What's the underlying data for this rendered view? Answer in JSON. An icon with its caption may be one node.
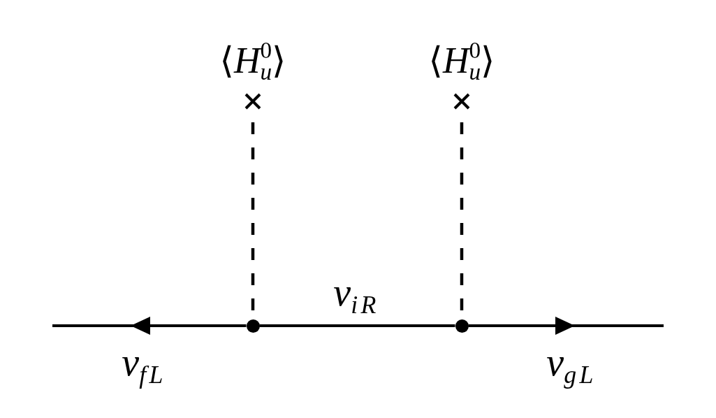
{
  "diagram": {
    "nodes": [
      {
        "text": [],
        "shape": "cross",
        "beside": [
          "⟨*H*$_{u}$$^{0}$⟩"
        ]
      },
      {
        "text": [],
        "shape": "cross",
        "beside": [
          "⟨*H*$_{u}$$^{0}$⟩"
        ]
      },
      {
        "text": [],
        "shape": "dot"
      },
      {
        "text": [],
        "shape": "dot"
      }
    ],
    "edges": [
      {
        "from": 2,
        "to": null,
        "arrow": "to",
        "label": "ν$_{fL}$"
      },
      {
        "from": 2,
        "to": 3,
        "arrow": "none",
        "label": "ν$_{iR}$"
      },
      {
        "from": 3,
        "to": null,
        "arrow": "to",
        "label": "ν$_{gL}$"
      },
      {
        "from": 0,
        "to": 2,
        "arrow": "none",
        "style": "dashed"
      },
      {
        "from": 1,
        "to": 3,
        "arrow": "none",
        "style": "dashed"
      }
    ]
  }
}
